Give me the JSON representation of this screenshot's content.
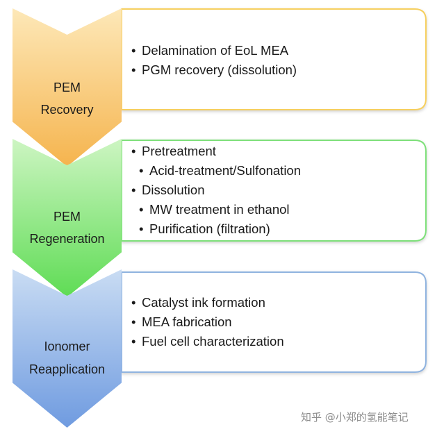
{
  "stages": [
    {
      "id": "recovery",
      "label_lines": [
        "PEM",
        "Recovery"
      ],
      "colors": {
        "light": "#fde8b8",
        "dark": "#f5b44e",
        "panel_border": "#f6cf5e"
      },
      "bullets": [
        {
          "text": "Delamination of EoL MEA",
          "level": 0
        },
        {
          "text": "PGM recovery (dissolution)",
          "level": 0
        }
      ]
    },
    {
      "id": "regeneration",
      "label_lines": [
        "PEM",
        "Regeneration"
      ],
      "colors": {
        "light": "#cdf5c2",
        "dark": "#5fdc55",
        "panel_border": "#7ee07a"
      },
      "bullets": [
        {
          "text": "Pretreatment",
          "level": 0
        },
        {
          "text": "Acid-treatment/Sulfonation",
          "level": 1
        },
        {
          "text": "Dissolution",
          "level": 0
        },
        {
          "text": "MW treatment in ethanol",
          "level": 1
        },
        {
          "text": "Purification (filtration)",
          "level": 1
        }
      ]
    },
    {
      "id": "reapplication",
      "label_lines": [
        "Ionomer",
        "Reapplication"
      ],
      "colors": {
        "light": "#c9dcf3",
        "dark": "#6f9be0",
        "panel_border": "#8fb3df"
      },
      "bullets": [
        {
          "text": "Catalyst ink formation",
          "level": 0
        },
        {
          "text": "MEA fabrication",
          "level": 0
        },
        {
          "text": "Fuel cell characterization",
          "level": 0
        }
      ]
    }
  ],
  "bullet_glyph": "•",
  "watermark": "知乎 @小郑的氢能笔记"
}
